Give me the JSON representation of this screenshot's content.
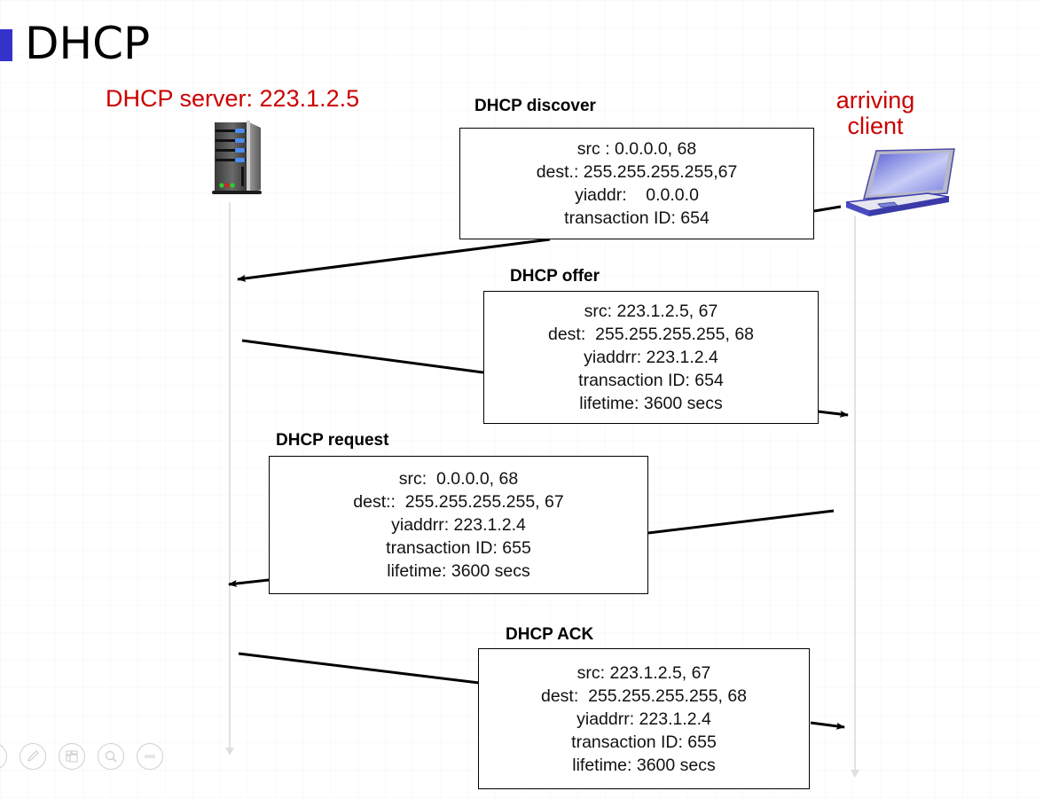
{
  "slide": {
    "title": "DHCP",
    "bullet_color": "#3333cc"
  },
  "actors": {
    "server": {
      "label": "DHCP server: 223.1.2.5",
      "icon": "server-icon",
      "color": "#cc0000"
    },
    "client": {
      "label_line1": "arriving",
      "label_line2": "client",
      "icon": "laptop-icon",
      "color": "#cc0000"
    }
  },
  "messages": [
    {
      "title": "DHCP discover",
      "direction": "client-to-server",
      "lines": [
        "src : 0.0.0.0, 68",
        "dest.: 255.255.255.255,67",
        "yiaddr:    0.0.0.0",
        "transaction ID: 654"
      ]
    },
    {
      "title": "DHCP offer",
      "direction": "server-to-client",
      "lines": [
        "src: 223.1.2.5, 67",
        "dest:  255.255.255.255, 68",
        "yiaddrr: 223.1.2.4",
        "transaction ID: 654",
        "lifetime: 3600 secs"
      ]
    },
    {
      "title": "DHCP request",
      "direction": "client-to-server",
      "lines": [
        "src:  0.0.0.0, 68",
        "dest::  255.255.255.255, 67",
        "yiaddrr: 223.1.2.4",
        "transaction ID: 655",
        "lifetime: 3600 secs"
      ]
    },
    {
      "title": "DHCP ACK",
      "direction": "server-to-client",
      "lines": [
        "src: 223.1.2.5, 67",
        "dest:  255.255.255.255, 68",
        "yiaddrr: 223.1.2.4",
        "transaction ID: 655",
        "lifetime: 3600 secs"
      ]
    }
  ],
  "toolbar": {
    "buttons": [
      {
        "name": "previous-slide",
        "icon": "arrow-icon"
      },
      {
        "name": "pen",
        "icon": "pen-icon"
      },
      {
        "name": "slide-sorter",
        "icon": "slides-icon"
      },
      {
        "name": "zoom",
        "icon": "magnifier-icon"
      },
      {
        "name": "more-options",
        "icon": "ellipsis-icon"
      }
    ]
  }
}
